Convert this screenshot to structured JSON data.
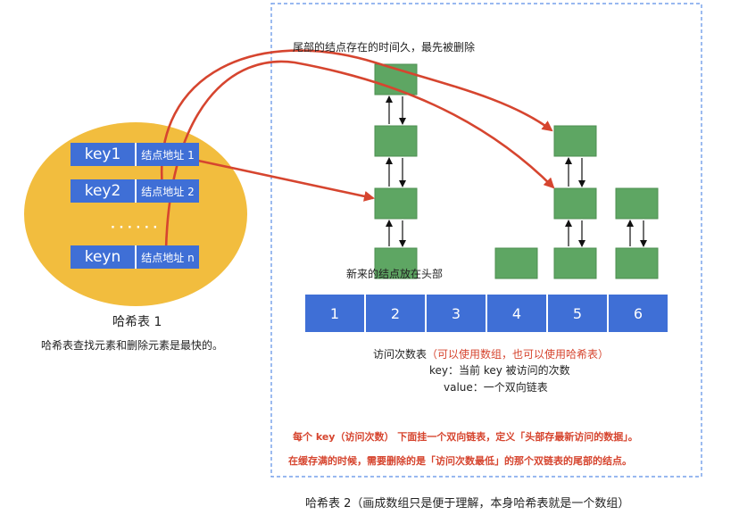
{
  "hash1": {
    "rows": [
      {
        "key": "key1",
        "addr": "结点地址 1"
      },
      {
        "key": "key2",
        "addr": "结点地址 2"
      },
      {
        "key": "keyn",
        "addr": "结点地址 n"
      }
    ],
    "ellipsis": "· · · · · ·",
    "title": "哈希表 1",
    "desc": "哈希表查找元素和删除元素是最快的。"
  },
  "hash2": {
    "tail_note": "尾部的结点存在的时间久，最先被删除",
    "head_note": "新来的结点放在头部",
    "array_cells": [
      "1",
      "2",
      "3",
      "4",
      "5",
      "6"
    ],
    "freq_table_label": "访问次数表",
    "freq_table_hint": "（可以使用数组，也可以使用哈希表）",
    "key_desc": "key：当前 key 被访问的次数",
    "value_desc": "value：一个双向链表",
    "rule1": "每个 key（访问次数） 下面挂一个双向链表，定义「头部存最新访问的数据」。",
    "rule2": "在缓存满的时候，需要删除的是「访问次数最低」的那个双链表的尾部的结点。",
    "caption": "哈希表 2（画成数组只是便于理解，本身哈希表就是一个数组）"
  },
  "colors": {
    "ellipse": "#f2bd3e",
    "blue": "#3f6fd6",
    "node": "#5ea663",
    "node_border": "#4d8f52",
    "red": "#d6452f",
    "dashed": "#5b8ee6"
  }
}
